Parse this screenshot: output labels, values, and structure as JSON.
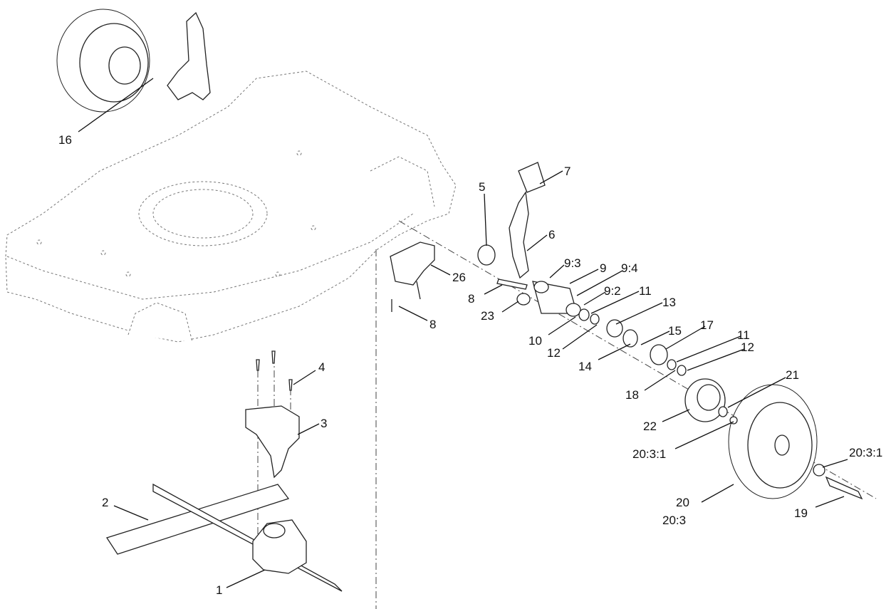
{
  "diagram": {
    "callouts": [
      {
        "id": "c16",
        "text": "16"
      },
      {
        "id": "c7",
        "text": "7"
      },
      {
        "id": "c5",
        "text": "5"
      },
      {
        "id": "c6",
        "text": "6"
      },
      {
        "id": "c26",
        "text": "26"
      },
      {
        "id": "c9_3",
        "text": "9:3"
      },
      {
        "id": "c9",
        "text": "9"
      },
      {
        "id": "c9_4",
        "text": "9:4"
      },
      {
        "id": "c8a",
        "text": "8"
      },
      {
        "id": "c9_2",
        "text": "9:2"
      },
      {
        "id": "c11a",
        "text": "11"
      },
      {
        "id": "c13",
        "text": "13"
      },
      {
        "id": "c23",
        "text": "23"
      },
      {
        "id": "c8b",
        "text": "8"
      },
      {
        "id": "c10",
        "text": "10"
      },
      {
        "id": "c12a",
        "text": "12"
      },
      {
        "id": "c15",
        "text": "15"
      },
      {
        "id": "c17",
        "text": "17"
      },
      {
        "id": "c11b",
        "text": "11"
      },
      {
        "id": "c14",
        "text": "14"
      },
      {
        "id": "c12b",
        "text": "12"
      },
      {
        "id": "c4",
        "text": "4"
      },
      {
        "id": "c21",
        "text": "21"
      },
      {
        "id": "c18",
        "text": "18"
      },
      {
        "id": "c3",
        "text": "3"
      },
      {
        "id": "c22",
        "text": "22"
      },
      {
        "id": "c20_3_1a",
        "text": "20:3:1"
      },
      {
        "id": "c20_3_1b",
        "text": "20:3:1"
      },
      {
        "id": "c2",
        "text": "2"
      },
      {
        "id": "c20",
        "text": "20"
      },
      {
        "id": "c20_3",
        "text": "20:3"
      },
      {
        "id": "c19",
        "text": "19"
      },
      {
        "id": "c1",
        "text": "1"
      }
    ]
  }
}
